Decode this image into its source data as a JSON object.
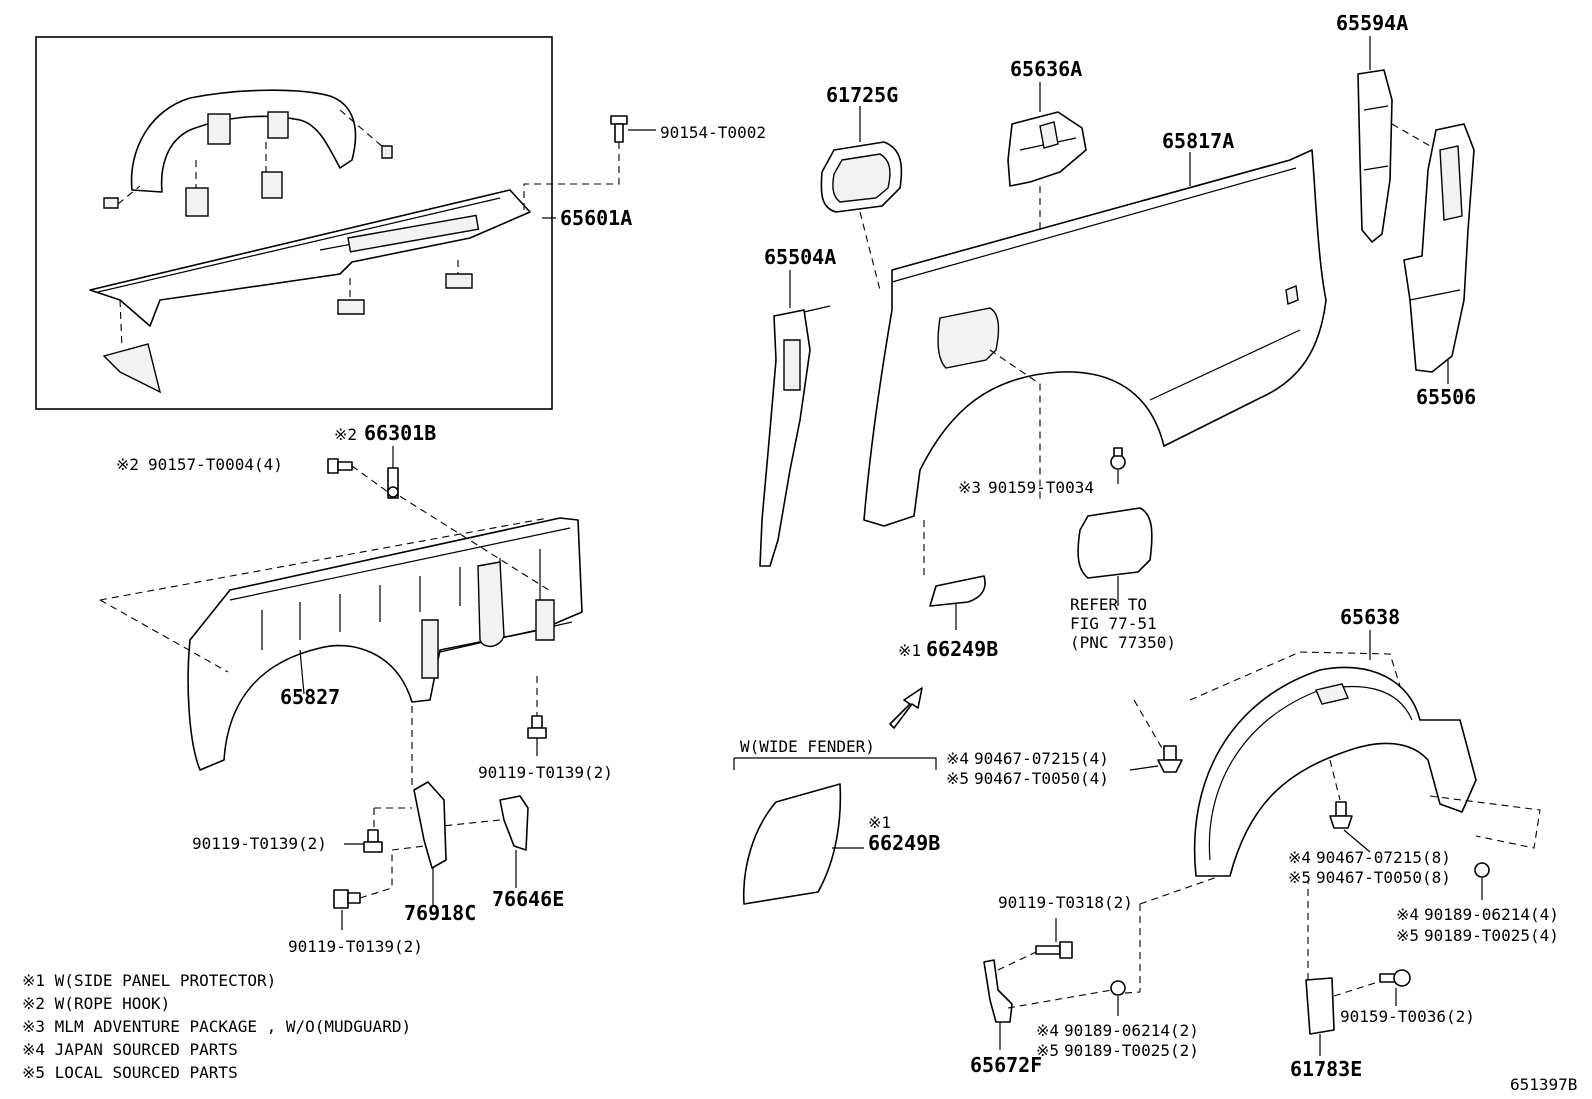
{
  "labels": {
    "p65601A": "65601A",
    "p90154": "90154-T0002",
    "p66301B": "66301B",
    "p66301B_mark": "※2",
    "p90157": "90157-T0004(4)",
    "p90157_mark": "※2",
    "p65827": "65827",
    "p90119_a": "90119-T0139(2)",
    "p90119_b": "90119-T0139(2)",
    "p90119_c": "90119-T0139(2)",
    "p76918C": "76918C",
    "p76646E": "76646E",
    "p61725G": "61725G",
    "p65504A": "65504A",
    "p65636A": "65636A",
    "p65817A": "65817A",
    "p65594A": "65594A",
    "p65506": "65506",
    "p90159_34": "90159-T0034",
    "p90159_34_mark": "※3",
    "refer1": "REFER TO",
    "refer2": "FIG 77-51",
    "refer3": "(PNC 77350)",
    "p66249B_a": "66249B",
    "p66249B_a_mark": "※1",
    "wide_fender": "W(WIDE FENDER)",
    "p66249B_b": "66249B",
    "p66249B_b_mark": "※1",
    "p65638": "65638",
    "p90467_a1": "90467-07215(4)",
    "p90467_a1_mark": "※4",
    "p90467_a2": "90467-T0050(4)",
    "p90467_a2_mark": "※5",
    "p90467_b1": "90467-07215(8)",
    "p90467_b1_mark": "※4",
    "p90467_b2": "90467-T0050(8)",
    "p90467_b2_mark": "※5",
    "p90189_a1": "90189-06214(4)",
    "p90189_a1_mark": "※4",
    "p90189_a2": "90189-T0025(4)",
    "p90189_a2_mark": "※5",
    "p90119_T0318": "90119-T0318(2)",
    "p90189_b1": "90189-06214(2)",
    "p90189_b1_mark": "※4",
    "p90189_b2": "90189-T0025(2)",
    "p90189_b2_mark": "※5",
    "p65672F": "65672F",
    "p61783E": "61783E",
    "p90159_36": "90159-T0036(2)",
    "figure_id": "651397B"
  },
  "notes": [
    "※1 W(SIDE PANEL PROTECTOR)",
    "※2 W(ROPE HOOK)",
    "※3 MLM ADVENTURE PACKAGE , W/O(MUDGUARD)",
    "※4 JAPAN SOURCED PARTS",
    "※5 LOCAL SOURCED PARTS"
  ]
}
